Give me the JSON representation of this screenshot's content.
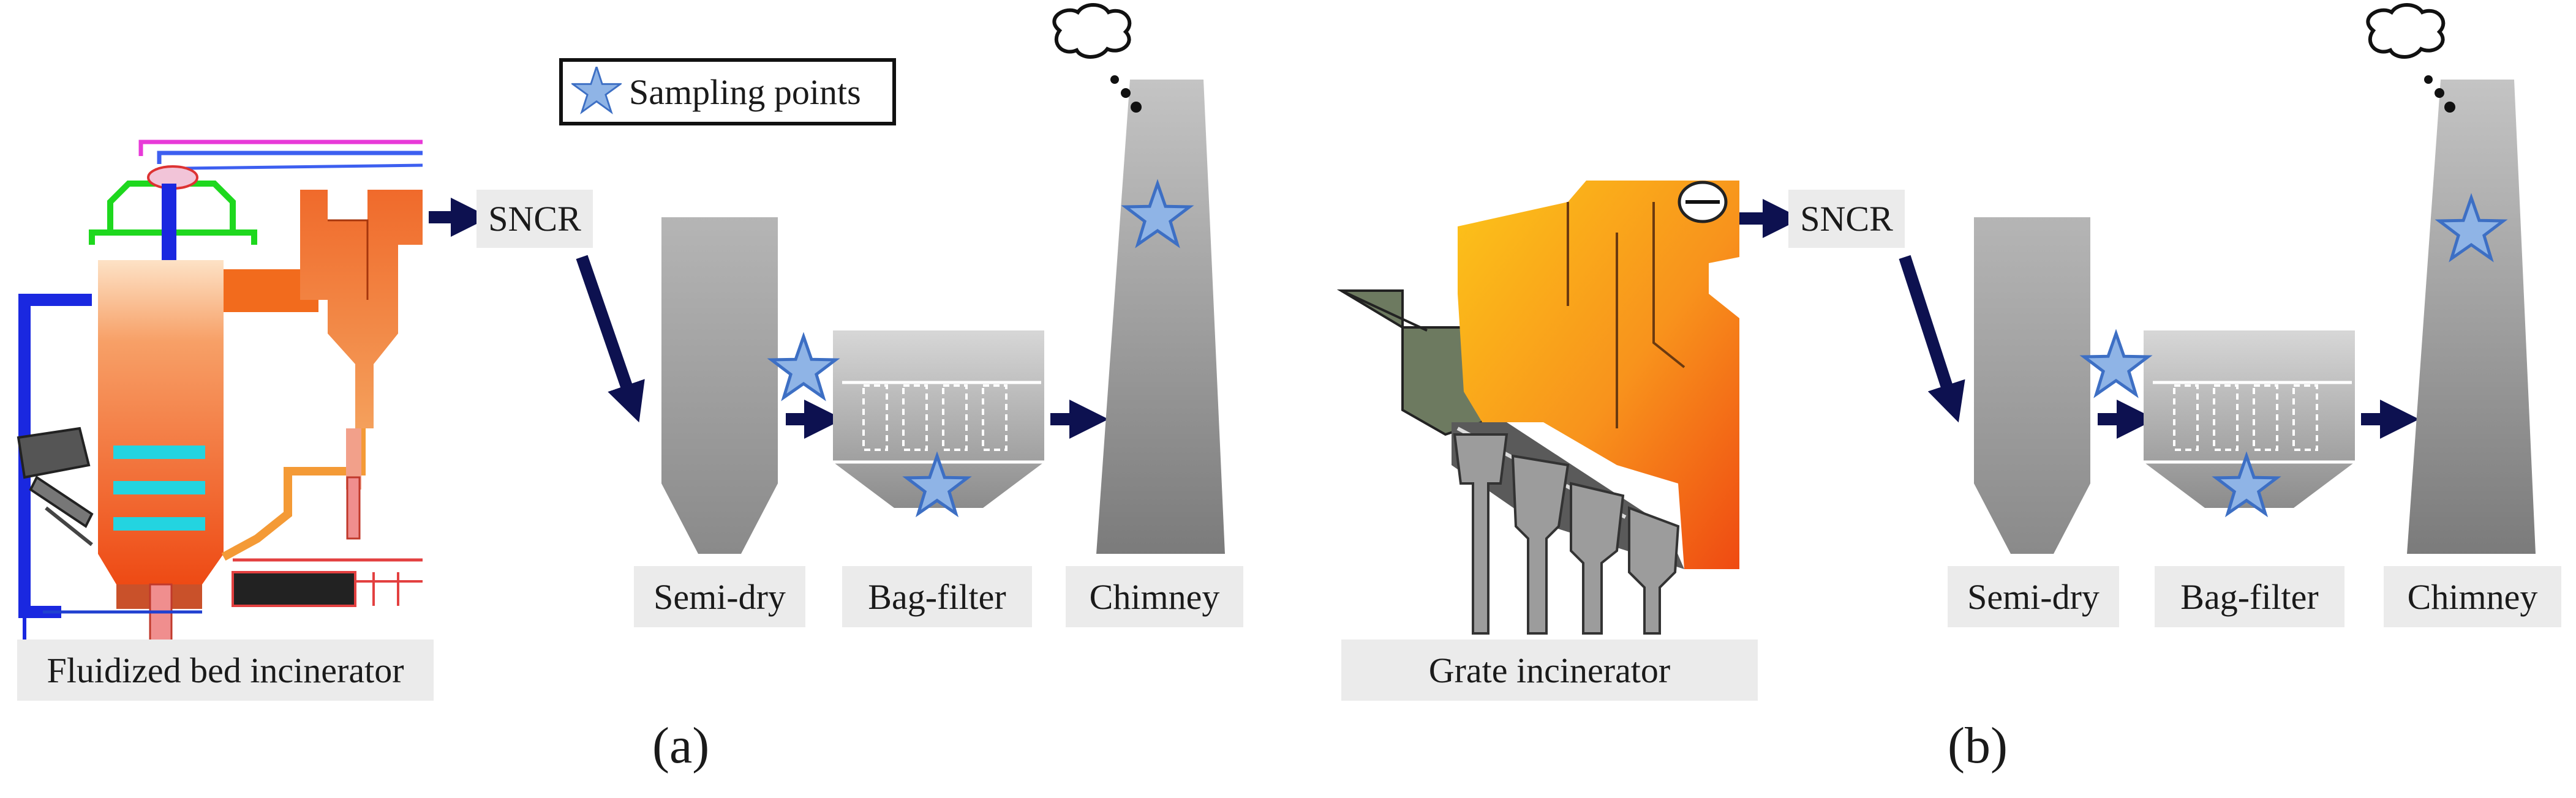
{
  "legend": {
    "label": "Sampling points",
    "icon": "star-icon"
  },
  "panel_a": {
    "caption": "(a)",
    "incinerator": "Fluidized bed incinerator",
    "sncr": "SNCR",
    "semi_dry": "Semi-dry",
    "bag_filter": "Bag-filter",
    "chimney": "Chimney"
  },
  "panel_b": {
    "caption": "(b)",
    "incinerator": "Grate incinerator",
    "sncr": "SNCR",
    "semi_dry": "Semi-dry",
    "bag_filter": "Bag-filter",
    "chimney": "Chimney"
  },
  "colors": {
    "arrow": "#0d1150",
    "star_fill": "#8fb4e6",
    "star_stroke": "#3d6fc4",
    "label_bg": "#ebebeb",
    "furnace_orange": "#f26b1d",
    "furnace_yellow": "#fbb616"
  }
}
